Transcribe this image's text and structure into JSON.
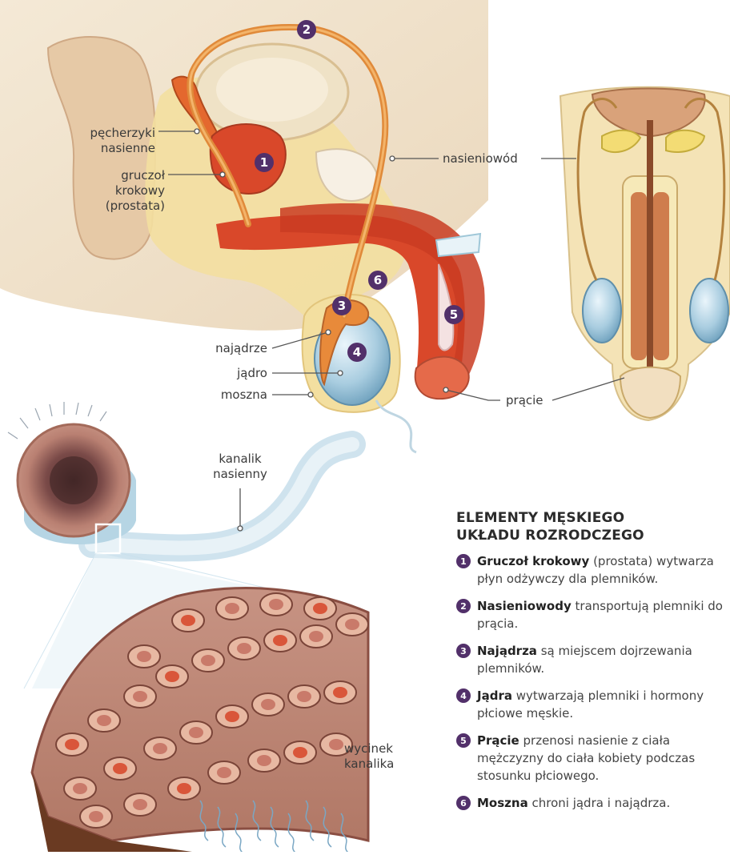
{
  "labels": {
    "pecherzyki": [
      "pęcherzyki",
      "nasienne"
    ],
    "gruczol": [
      "gruczoł",
      "krokowy",
      "(prostata)"
    ],
    "nasieniowod": "nasieniowód",
    "najadrze": "najądrze",
    "jadro": "jądro",
    "moszna": "moszna",
    "pracie": "prącie",
    "kanalik": [
      "kanalik",
      "nasienny"
    ],
    "wycinek": [
      "wycinek",
      "kanalika"
    ]
  },
  "badges": [
    "1",
    "2",
    "3",
    "4",
    "5",
    "6"
  ],
  "legend": {
    "title_line1": "ELEMENTY MĘSKIEGO",
    "title_line2": "UKŁADU ROZRODCZEGO",
    "items": [
      {
        "num": "1",
        "term": "Gruczoł krokowy",
        "rest": "(prostata) wytwarza płyn odżywczy dla plemników."
      },
      {
        "num": "2",
        "term": "Nasieniowody",
        "rest": "transportują plemniki do prącia."
      },
      {
        "num": "3",
        "term": "Najądrza",
        "rest": "są miejscem dojrzewania plemników."
      },
      {
        "num": "4",
        "term": "Jądra",
        "rest": "wytwarzają plemniki i hormony płciowe męskie."
      },
      {
        "num": "5",
        "term": "Prącie",
        "rest": "przenosi nasienie z ciała mężczyzny do ciała kobiety podczas stosunku płciowego."
      },
      {
        "num": "6",
        "term": "Moszna",
        "rest": "chroni jądra i najądrza."
      }
    ]
  },
  "colors": {
    "badge": "#52306a",
    "duct": "#e08a3a",
    "tissue": "#f3dfa0",
    "erectile": "#d9482a",
    "testis": "#a9cde0",
    "tubule_wall": "#9a6a5a"
  }
}
